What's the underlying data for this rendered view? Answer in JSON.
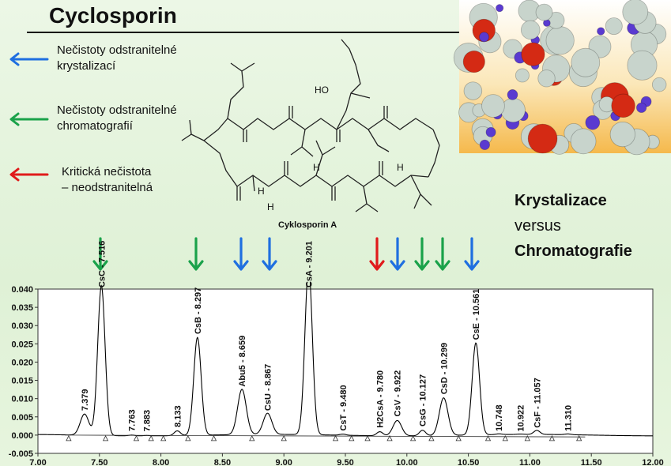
{
  "page": {
    "title": "Cyclosporin",
    "legend": [
      {
        "text": "Nečistoty odstranitelné\nkrystalizací",
        "color": "#1f6fe0"
      },
      {
        "text": "Nečistoty odstranitelné\nchromatografií",
        "color": "#1aa24a"
      },
      {
        "text": "Kritická nečistota\n– neodstranitelná",
        "color": "#e01b1b"
      }
    ],
    "side": {
      "line1": "Krystalizace",
      "line2": "versus",
      "line3": "Chromatografie"
    },
    "structure_label": "Cyklosporin A",
    "structure_ho": "HO",
    "structure_h1": "H",
    "structure_h2": "H",
    "structure_h3": "H",
    "structure_h4": "H",
    "arrows": [
      {
        "color": "#1aa24a"
      },
      {
        "color": "#1aa24a"
      },
      {
        "color": "#1f6fe0"
      },
      {
        "color": "#1f6fe0"
      },
      {
        "color": "#e01b1b"
      },
      {
        "color": "#1f6fe0"
      },
      {
        "color": "#1aa24a"
      },
      {
        "color": "#1aa24a"
      },
      {
        "color": "#1f6fe0"
      }
    ]
  },
  "chart_data": {
    "type": "line",
    "xlim": [
      7.0,
      12.0
    ],
    "ylim": [
      -0.005,
      0.04
    ],
    "x_ticks": [
      "7.00",
      "7.50",
      "8.00",
      "8.50",
      "9.00",
      "9.50",
      "10.00",
      "10.50",
      "11.00",
      "11.50",
      "12.00"
    ],
    "y_ticks": [
      "-0.005",
      "0.000",
      "0.005",
      "0.010",
      "0.015",
      "0.020",
      "0.025",
      "0.030",
      "0.035",
      "0.040"
    ],
    "peaks": [
      {
        "x": 7.379,
        "height": 0.0058,
        "label": "7.379"
      },
      {
        "x": 7.516,
        "height": 0.041,
        "label": "CsC - 7.516"
      },
      {
        "x": 7.763,
        "height": 0.0002,
        "label": "7.763"
      },
      {
        "x": 7.883,
        "height": 0.0001,
        "label": "7.883"
      },
      {
        "x": 8.133,
        "height": 0.0013,
        "label": "8.133"
      },
      {
        "x": 8.297,
        "height": 0.0268,
        "label": "CsB - 8.297"
      },
      {
        "x": 8.659,
        "height": 0.0124,
        "label": "Abu5 - 8.659"
      },
      {
        "x": 8.867,
        "height": 0.0058,
        "label": "CsU - 8.867"
      },
      {
        "x": 9.201,
        "height": 0.046,
        "label": "CsA - 9.201"
      },
      {
        "x": 9.48,
        "height": 0.0003,
        "label": "CsT - 9.480"
      },
      {
        "x": 9.78,
        "height": 0.0011,
        "label": "H2CsA - 9.780"
      },
      {
        "x": 9.922,
        "height": 0.0042,
        "label": "CsV - 9.922"
      },
      {
        "x": 10.127,
        "height": 0.0015,
        "label": "CsG - 10.127"
      },
      {
        "x": 10.299,
        "height": 0.0103,
        "label": "CsD - 10.299"
      },
      {
        "x": 10.561,
        "height": 0.0252,
        "label": "CsE - 10.561"
      },
      {
        "x": 10.748,
        "height": 0.0002,
        "label": "10.748"
      },
      {
        "x": 10.922,
        "height": 0.0001,
        "label": "10.922"
      },
      {
        "x": 11.057,
        "height": 0.0011,
        "label": "CsF - 11.057"
      },
      {
        "x": 11.31,
        "height": 0.0002,
        "label": "11.310"
      }
    ],
    "line_color": "#000000"
  }
}
